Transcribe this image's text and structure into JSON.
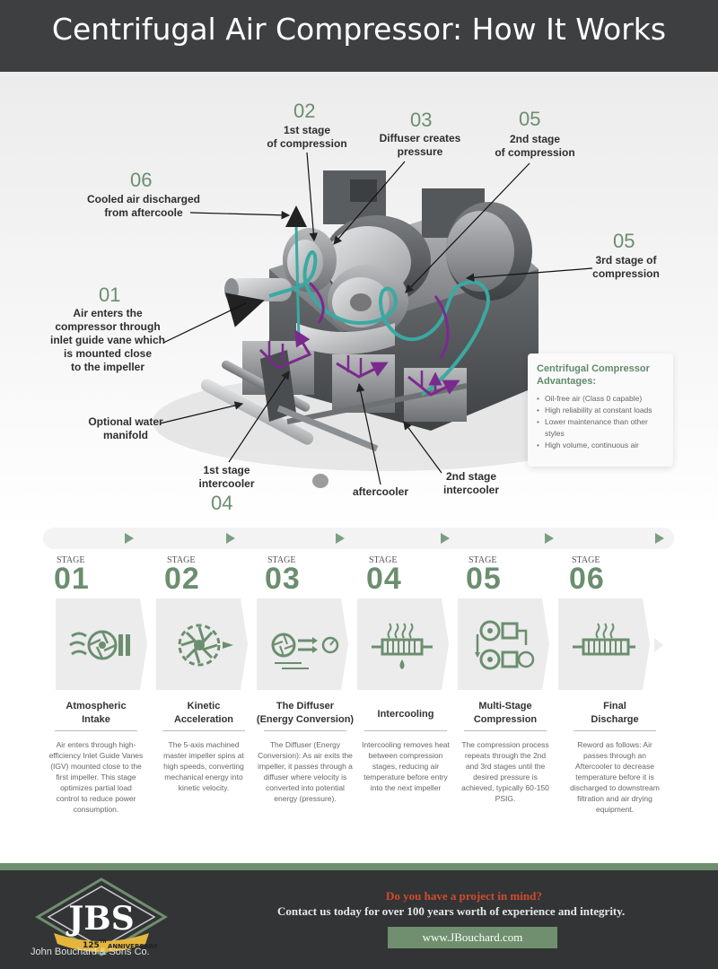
{
  "title": "Centrifugal Air Compressor: How It Works",
  "callouts": {
    "c02a": {
      "num": "02",
      "text": "1st stage\nof compression"
    },
    "c03": {
      "num": "03",
      "text": "Diffuser creates\npressure"
    },
    "c05a": {
      "num": "05",
      "text": "2nd stage\nof compression"
    },
    "c06": {
      "num": "06",
      "text": "Cooled air discharged\nfrom aftercoole"
    },
    "c05b": {
      "num": "05",
      "text": "3rd stage of\ncompression"
    },
    "c01": {
      "num": "01",
      "text": "Air enters the\ncompressor through\ninlet guide vane which\nis mounted close\nto the impeller"
    },
    "water": {
      "text": "Optional water\nmanifold"
    },
    "c04": {
      "num": "04",
      "text": "1st stage\nintercooler"
    },
    "after": {
      "text": "aftercooler"
    },
    "inter2": {
      "text": "2nd stage\nintercooler"
    }
  },
  "advantages": {
    "title": "Centrifugal Compressor\nAdvantages:",
    "items": [
      "Oil-free air (Class 0 capable)",
      "High reliability at constant loads",
      "Lower maintenance than other styles",
      "High volume, continuous air"
    ]
  },
  "stage_label": "STAGE",
  "stages": [
    {
      "num": "01",
      "title": "Atmospheric\nIntake",
      "desc": "Air enters through high-efficiency Inlet Guide Vanes (IGV) mounted close to the first impeller. This stage optimizes partial load control to reduce power consumption."
    },
    {
      "num": "02",
      "title": "Kinetic\nAcceleration",
      "desc": "The 5-axis machined master impeller spins at high speeds, converting mechanical energy into kinetic velocity."
    },
    {
      "num": "03",
      "title": "The Diffuser\n(Energy Conversion)",
      "desc": "The Diffuser (Energy Conversion): As air exits the impeller, it passes through a diffuser where velocity is converted into potential energy (pressure)."
    },
    {
      "num": "04",
      "title": "Intercooling",
      "desc": "Intercooling removes heat between compression stages, reducing air temperature before entry into the next impeller"
    },
    {
      "num": "05",
      "title": "Multi-Stage\nCompression",
      "desc": "The compression process repeats through the 2nd and 3rd stages until the desired pressure is achieved, typically 60-150 PSIG."
    },
    {
      "num": "06",
      "title": "Final\nDischarge",
      "desc": "Reword as follows: Air passes through an Aftercooler to decrease temperature before it is discharged to downstream filtration and air drying equipment."
    }
  ],
  "footer": {
    "question": "Do you have a project in mind?",
    "contact": "Contact us today for over 100 years worth of experience and integrity.",
    "url": "www.JBouchard.com",
    "logo_text": "JBS",
    "ribbon_num": "125",
    "ribbon_sup": "TH",
    "ribbon_text": "ANNIVERSARY",
    "company": "John Bouchard & Sons Co."
  },
  "colors": {
    "accent": "#6b8e6f",
    "header_bg": "#3d3f41",
    "footer_bg": "#333436",
    "cta_red": "#d14b2b",
    "flow_teal": "#3aa9a3",
    "flow_purple": "#7a2a8e",
    "intake_blue": "#3fa9e0"
  },
  "icons": [
    "intake-impeller-icon",
    "spinning-impeller-icon",
    "diffuser-gauge-icon",
    "intercooler-heat-icon",
    "multistage-compressor-icon",
    "aftercooler-discharge-icon"
  ]
}
